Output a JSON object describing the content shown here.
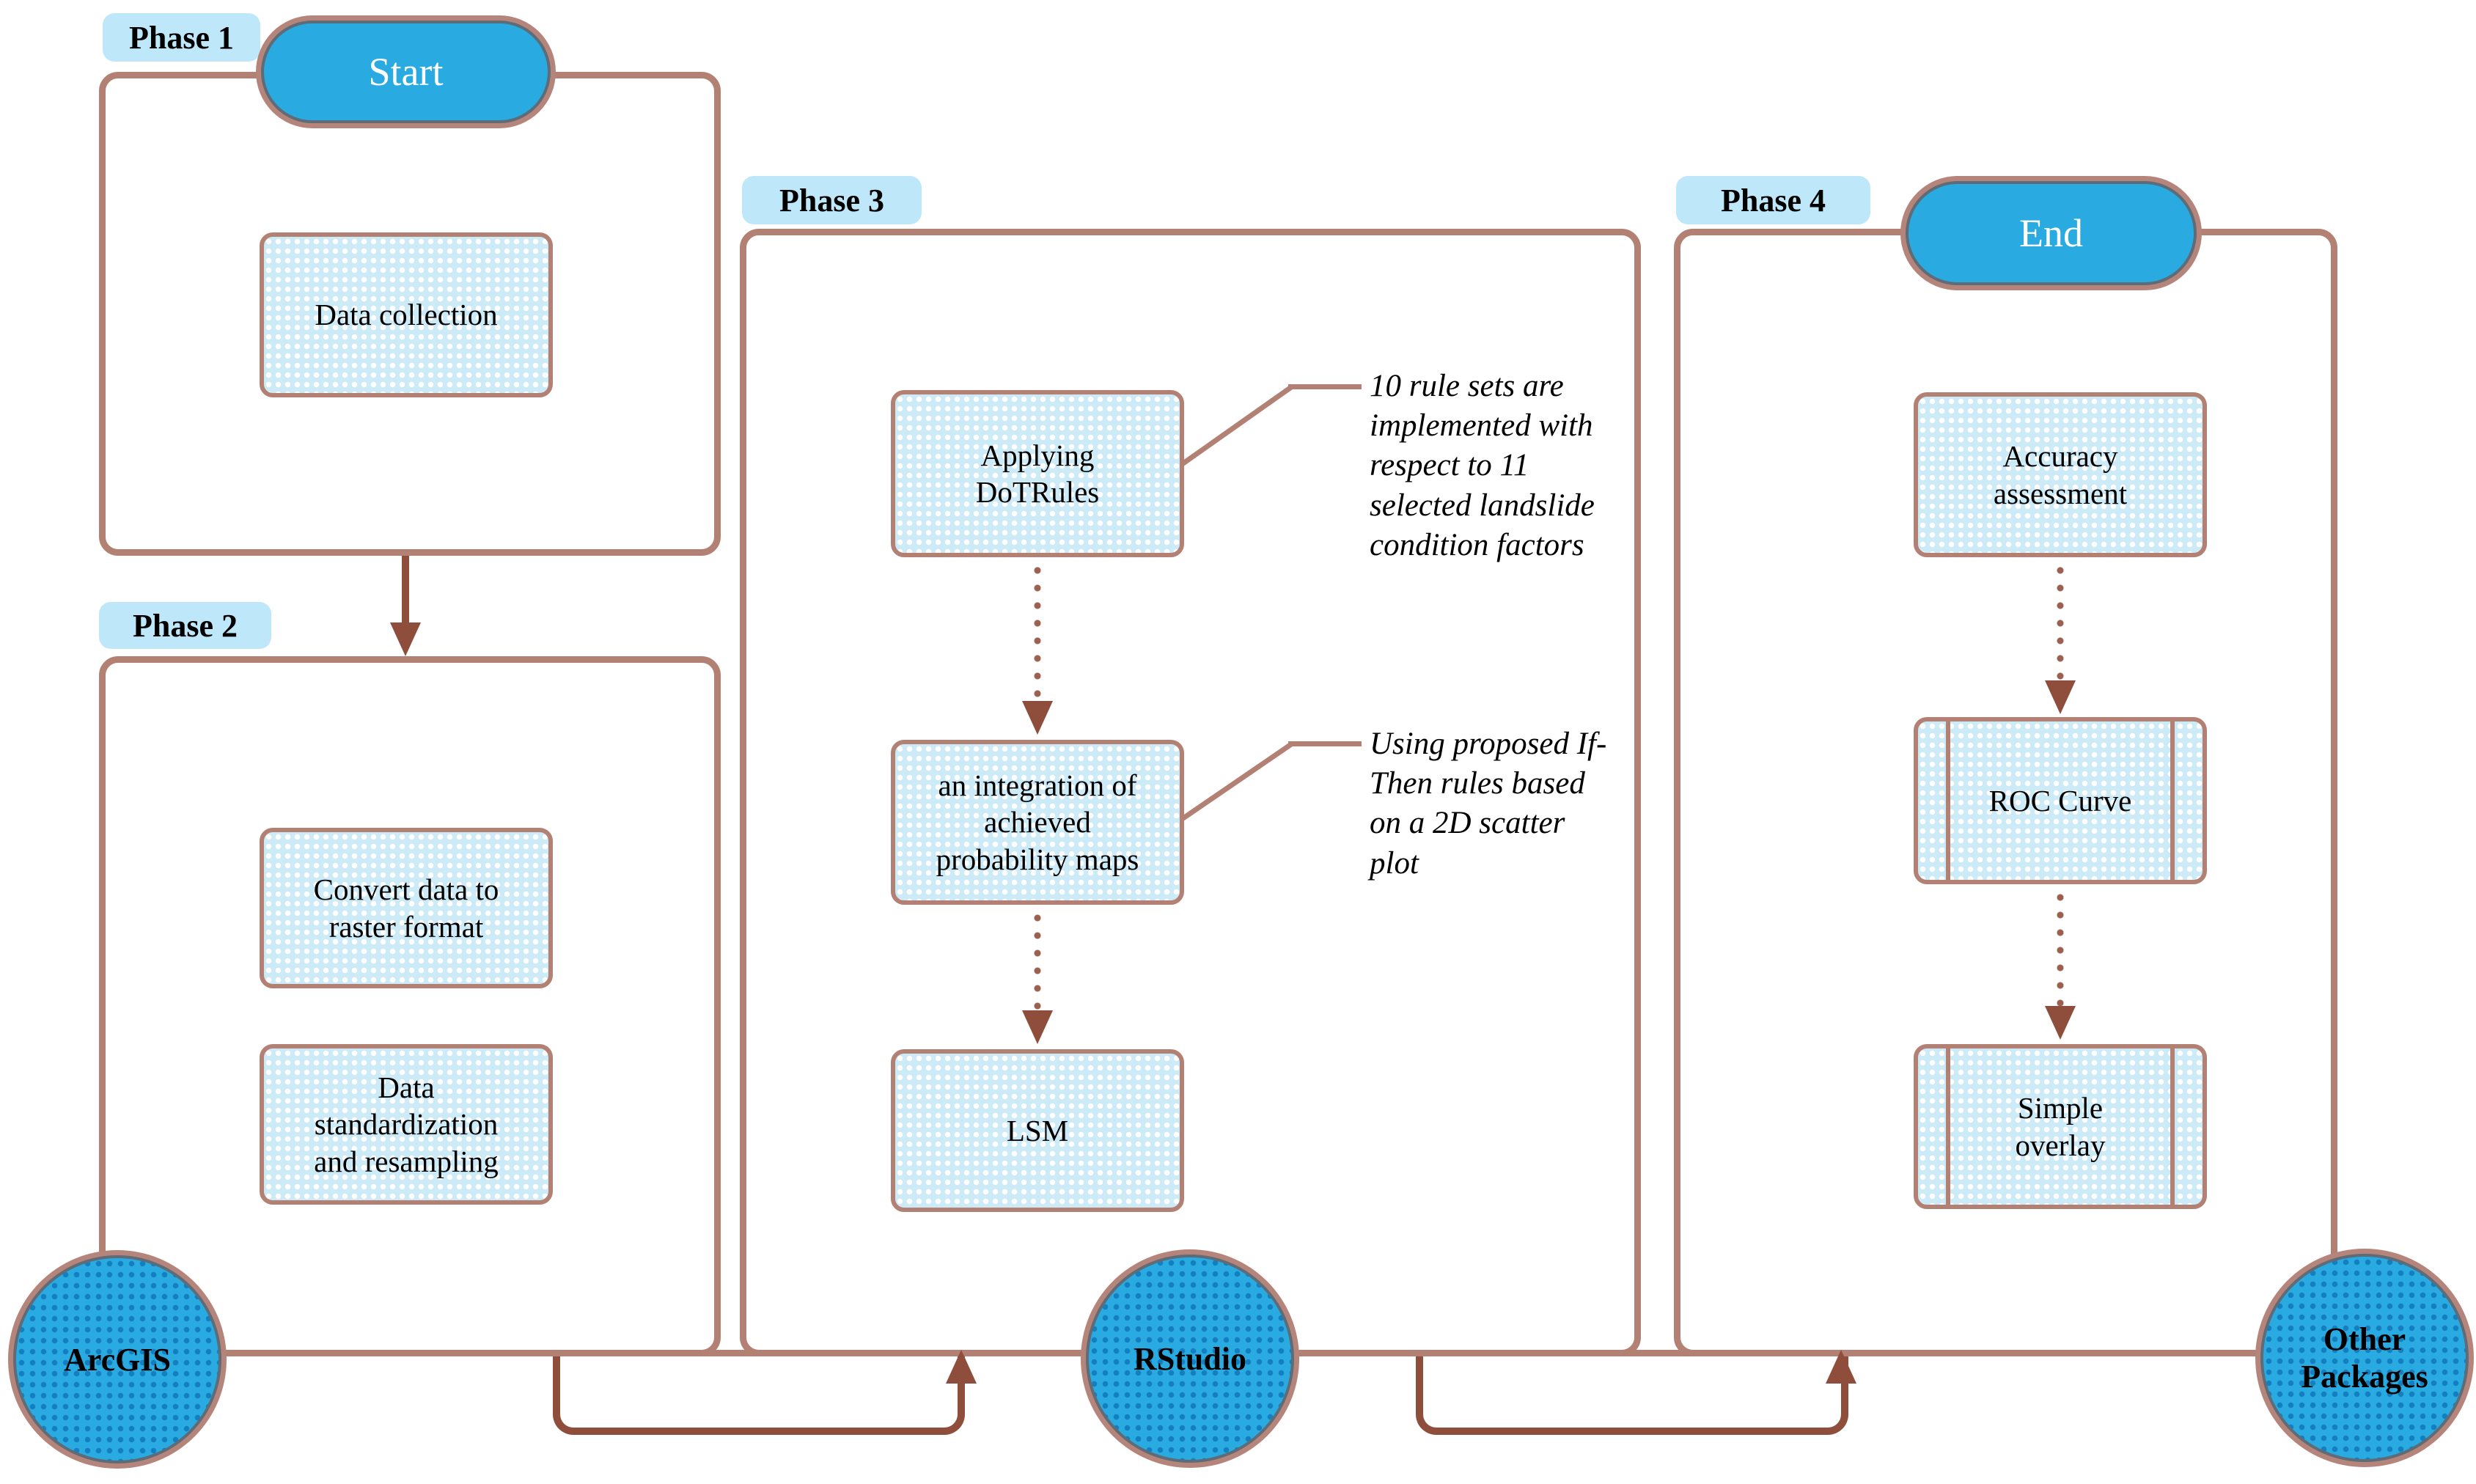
{
  "phases": {
    "p1": "Phase 1",
    "p2": "Phase 2",
    "p3": "Phase 3",
    "p4": "Phase 4"
  },
  "terminals": {
    "start": "Start",
    "end": "End"
  },
  "nodes": {
    "data_collection": "Data collection",
    "convert": "Convert data to\nraster format",
    "standardize": "Data\nstandardization\nand resampling",
    "dotrules": "Applying\nDoTRules",
    "integration": "an integration of\nachieved\nprobability maps",
    "lsm": "LSM",
    "accuracy": "Accuracy\nassessment",
    "roc": "ROC Curve",
    "overlay": "Simple\noverlay"
  },
  "tools": {
    "arcgis": "ArcGIS",
    "rstudio": "RStudio",
    "other": "Other\nPackages"
  },
  "annotations": {
    "dotrules_note": "10 rule sets are\nimplemented with\nrespect to 11\nselected landslide\ncondition factors",
    "integration_note": "Using proposed If-\nThen rules based\non a 2D scatter\nplot"
  },
  "colors": {
    "accent_blue": "#29abe2",
    "box_fill": "#cdeaf7",
    "label_bg": "#bee8fa",
    "line": "#b28173",
    "dark": "#8f4e3c",
    "dot": "#9a6150",
    "inner_gray": "#5d6c77",
    "circle_dot": "#147fc0"
  }
}
